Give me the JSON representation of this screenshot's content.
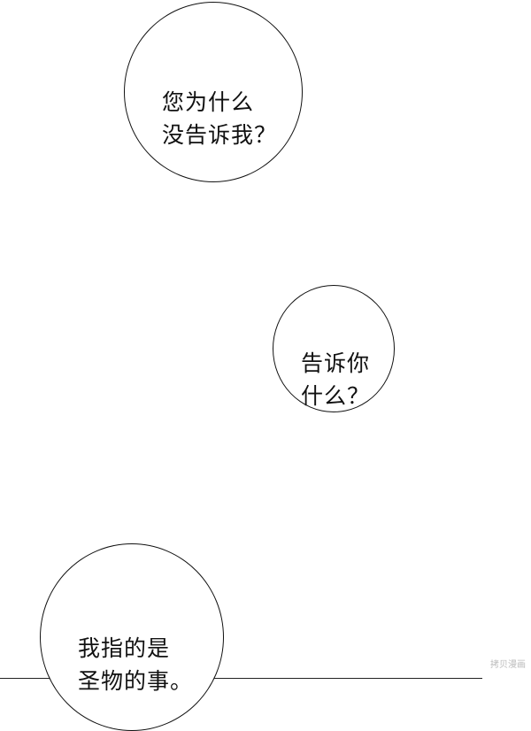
{
  "bubbles": [
    {
      "line1": "您为什么",
      "line2": "没告诉我？"
    },
    {
      "line1": "告诉你",
      "line2": "什么？"
    },
    {
      "line1": "我指的是",
      "line2": "圣物的事。"
    }
  ],
  "watermark": "拷贝漫画"
}
